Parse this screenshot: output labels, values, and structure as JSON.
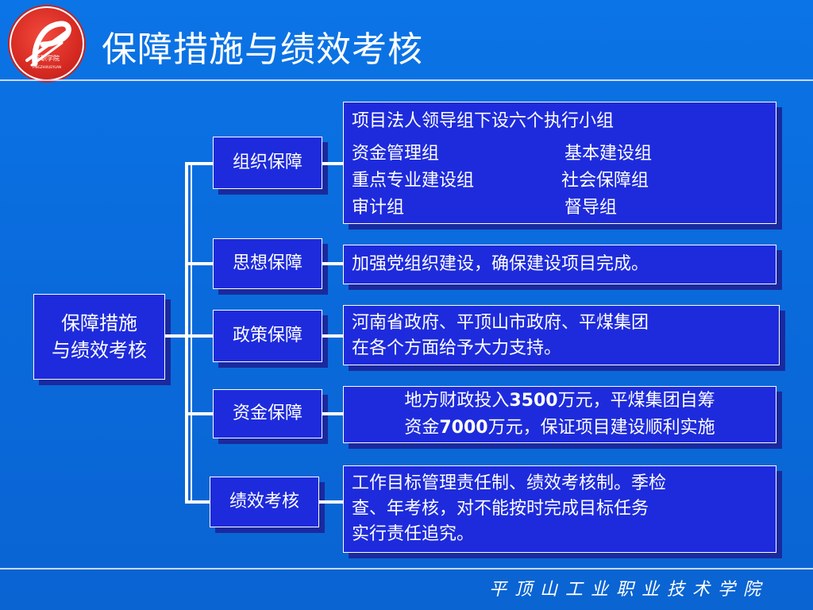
{
  "header": {
    "title": "保障措施与绩效考核",
    "logo_text": "平职学院",
    "logo_subtext": "PINGZHIXUEYUAN"
  },
  "root": {
    "line1": "保障措施",
    "line2": "与绩效考核"
  },
  "branches": [
    {
      "label": "组织保障"
    },
    {
      "label": "思想保障"
    },
    {
      "label": "政策保障"
    },
    {
      "label": "资金保障"
    },
    {
      "label": "绩效考核"
    }
  ],
  "details": {
    "org": {
      "heading": "项目法人领导组下设六个执行小组",
      "rows": [
        [
          "资金管理组",
          "基本建设组"
        ],
        [
          "重点专业建设组",
          "社会保障组"
        ],
        [
          "审计组",
          "督导组"
        ]
      ]
    },
    "ideology": {
      "lines": [
        "加强党组织建设，确保建设项目完成。"
      ]
    },
    "policy": {
      "lines": [
        "河南省政府、平顶山市政府、平煤集团",
        "在各个方面给予大力支持。"
      ]
    },
    "funds": {
      "line1": {
        "a": "地方财政投入",
        "b": "3500",
        "c": "万元，平煤集团自筹"
      },
      "line2": {
        "a": "资金",
        "b": "7000",
        "c": "万元，保证项目建设顺利实施"
      }
    },
    "performance": {
      "lines": [
        "工作目标管理责任制、绩效考核制。季检",
        "查、年考核，对不能按时完成目标任务",
        "实行责任追究。"
      ]
    }
  },
  "footer": {
    "text": "平顶山工业职业技术学院"
  },
  "colors": {
    "background": "#0a6fe0",
    "box_fill": "#1e2bdc",
    "box_shadow": "#1a2a9e",
    "logo": "#d62a22"
  }
}
